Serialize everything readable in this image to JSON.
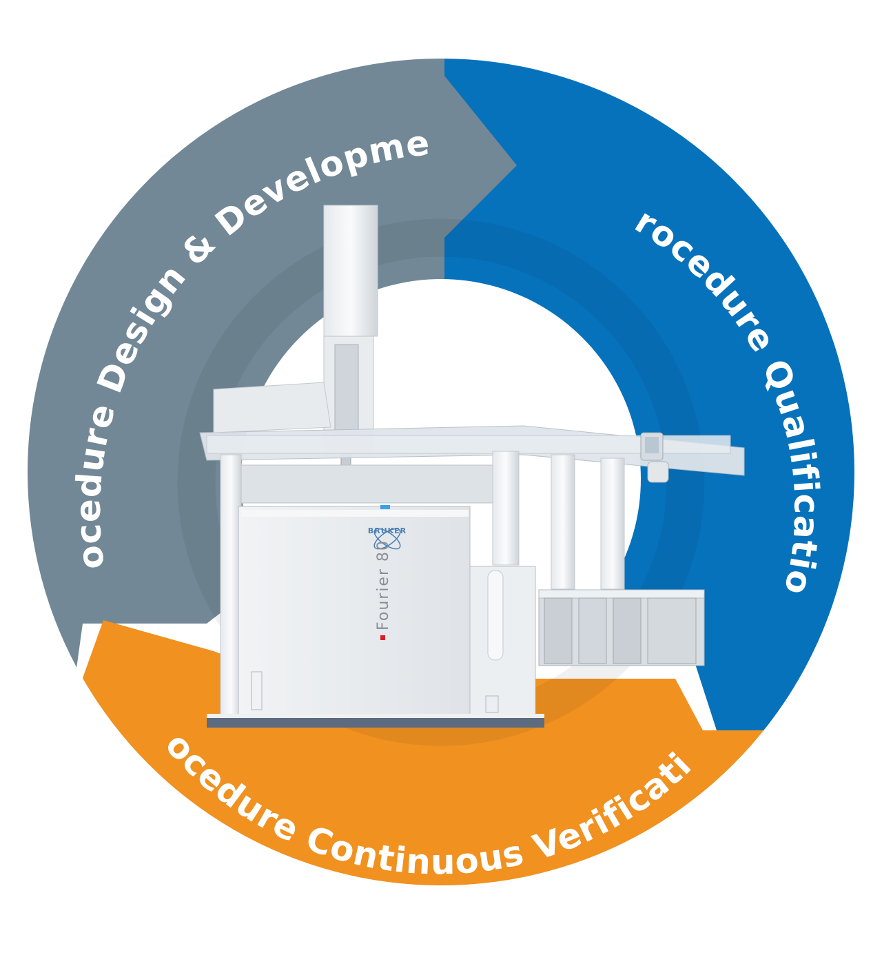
{
  "cycle": {
    "stages": [
      {
        "label": "Procedure Design & Development",
        "color": "#728896"
      },
      {
        "label": "Procedure Qualification",
        "color": "#0772bc"
      },
      {
        "label": "Procedure Continuous Verification",
        "color": "#f09120"
      }
    ]
  },
  "instrument": {
    "brand": "BRUKER",
    "model": "Fourier 80",
    "accent_color": "#d8202a"
  }
}
